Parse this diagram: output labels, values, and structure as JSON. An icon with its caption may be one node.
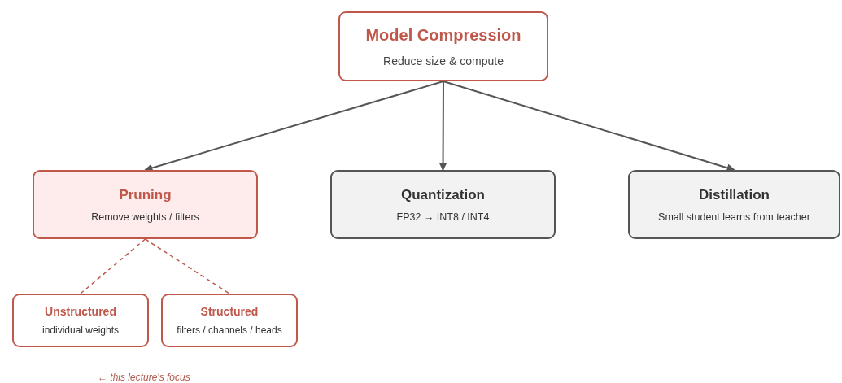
{
  "diagram": {
    "nodes": [
      {
        "text": [
          "Model Compression",
          "Reduce size & compute"
        ]
      },
      {
        "text": [
          "Pruning",
          "Remove weights / filters"
        ]
      },
      {
        "text": [
          "Quantization",
          "FP32 → INT8 / INT4"
        ]
      },
      {
        "text": [
          "Distillation",
          "Small student learns from teacher"
        ]
      },
      {
        "text": [
          "Unstructured",
          "individual weights"
        ]
      },
      {
        "text": [
          "Structured",
          "filters / channels / heads"
        ]
      }
    ],
    "edges": [
      {
        "from": 0,
        "to": 1,
        "arrow": "to"
      },
      {
        "from": 0,
        "to": 2,
        "arrow": "to"
      },
      {
        "from": 0,
        "to": 3,
        "arrow": "to"
      },
      {
        "from": 1,
        "to": 4,
        "arrow": "none",
        "style": "dashed",
        "color": "#c0574b"
      },
      {
        "from": 1,
        "to": 5,
        "arrow": "none",
        "style": "dashed",
        "color": "#c0574b"
      }
    ],
    "labels": [
      "← this lecture's focus"
    ]
  }
}
